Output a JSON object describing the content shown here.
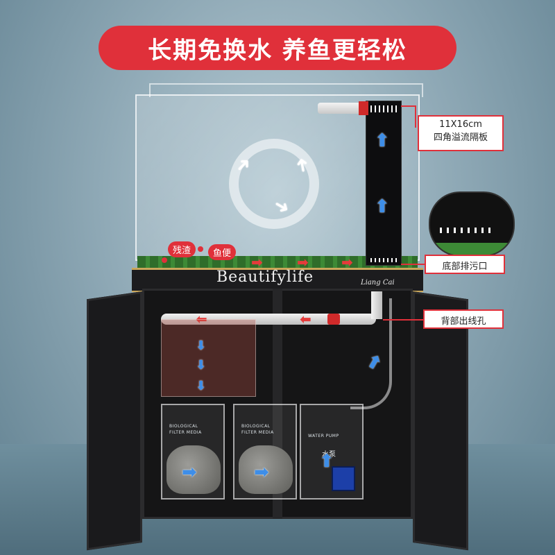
{
  "banner": {
    "text": "长期免换水 养鱼更轻松"
  },
  "watermark": {
    "text": "Beautifylife"
  },
  "brand_logo": {
    "text": "Liang Cai"
  },
  "callouts": {
    "overflow_size": "11X16cm",
    "overflow_desc": "四角溢流隔板",
    "drain": "底部排污口",
    "cable_hole": "背部出线孔"
  },
  "tank_tags": {
    "residue": "残渣",
    "feces": "鱼便"
  },
  "sump": {
    "media_label_line1": "BIOLOGICAL",
    "media_label_line2": "FILTER MEDIA",
    "pump_label_en": "WATER PUMP",
    "pump_label_cn": "水泵"
  },
  "colors": {
    "accent_red": "#e0303a",
    "flow_blue": "#3e8ee8",
    "cabinet": "#151516"
  }
}
